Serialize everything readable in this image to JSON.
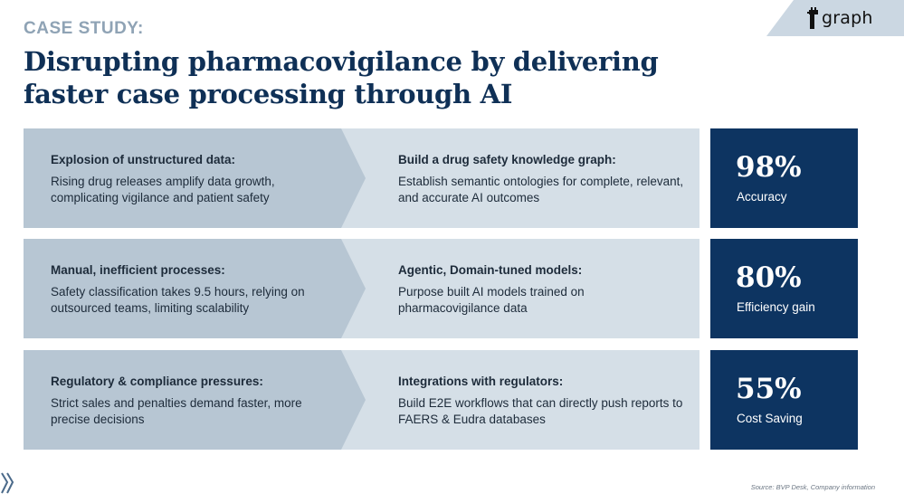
{
  "header": {
    "eyebrow": "CASE STUDY:",
    "title": "Disrupting pharmacovigilance by delivering faster case processing through AI"
  },
  "logo": {
    "text": "graph",
    "icon": "giraffe-icon"
  },
  "rows": [
    {
      "problem_heading": "Explosion of unstructured data:",
      "problem_body": "Rising drug releases amplify data growth, complicating vigilance and patient safety",
      "solution_heading": "Build a drug safety knowledge graph:",
      "solution_body": "Establish semantic ontologies for complete, relevant, and accurate AI outcomes",
      "stat_value": "98%",
      "stat_label": "Accuracy"
    },
    {
      "problem_heading": "Manual, inefficient processes:",
      "problem_body": "Safety classification takes 9.5 hours, relying on outsourced teams, limiting scalability",
      "solution_heading": "Agentic, Domain-tuned models:",
      "solution_body": "Purpose built AI models trained on pharmacovigilance data",
      "stat_value": "80%",
      "stat_label": "Efficiency gain"
    },
    {
      "problem_heading": "Regulatory & compliance pressures:",
      "problem_body": "Strict sales and penalties demand faster, more precise decisions",
      "solution_heading": "Integrations with regulators:",
      "solution_body": "Build E2E workflows that can directly push reports to FAERS & Eudra databases",
      "stat_value": "55%",
      "stat_label": "Cost Saving"
    }
  ],
  "footer": {
    "source": "Source: BVP Desk, Company information"
  },
  "colors": {
    "title": "#0f3056",
    "eyebrow": "#8fa3b5",
    "problem_bg": "#b7c6d3",
    "solution_bg": "#d5dfe7",
    "stat_bg": "#0d3461"
  }
}
